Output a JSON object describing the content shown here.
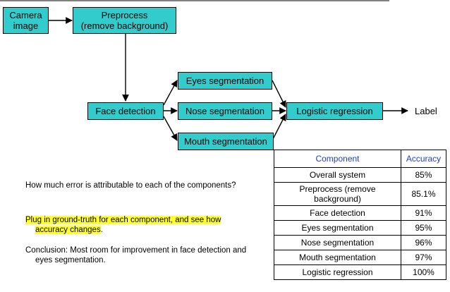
{
  "nodes": {
    "camera_image": "Camera\nimage",
    "preprocess": "Preprocess\n(remove background)",
    "face_detection": "Face detection",
    "eyes_segmentation": "Eyes segmentation",
    "nose_segmentation": "Nose segmentation",
    "mouth_segmentation": "Mouth segmentation",
    "logistic_regression": "Logistic regression"
  },
  "output_label": "Label",
  "notes": {
    "question": "How much error is attributable to each of the components?",
    "highlight_part1": "Plug in ground-truth for each component, and see how accuracy changes",
    "highlight_tail": ".",
    "conclusion": "Conclusion: Most room for improvement in face detection and eyes segmentation."
  },
  "table": {
    "headers": [
      "Component",
      "Accuracy"
    ],
    "rows": [
      {
        "component": "Overall system",
        "accuracy": "85%"
      },
      {
        "component": "Preprocess (remove background)",
        "accuracy": "85.1%"
      },
      {
        "component": "Face detection",
        "accuracy": "91%"
      },
      {
        "component": "Eyes segmentation",
        "accuracy": "95%"
      },
      {
        "component": "Nose segmentation",
        "accuracy": "96%"
      },
      {
        "component": "Mouth segmentation",
        "accuracy": "97%"
      },
      {
        "component": "Logistic regression",
        "accuracy": "100%"
      }
    ]
  },
  "colors": {
    "node_fill": "#33cccc",
    "header_text": "#1f3fbf",
    "highlight": "#ffff33"
  }
}
